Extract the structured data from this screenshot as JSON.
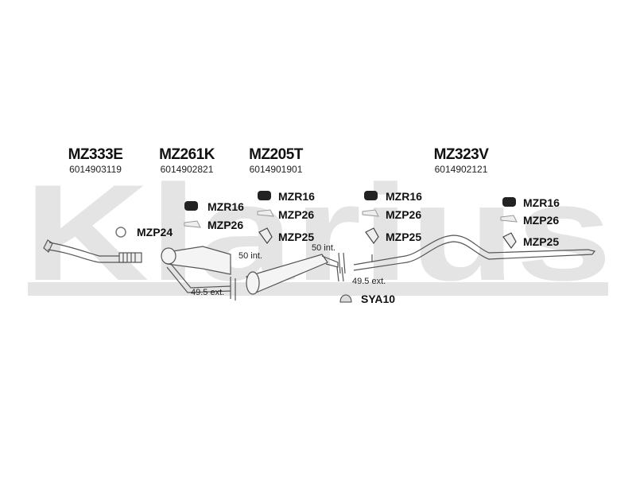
{
  "watermark": "Klarius",
  "parts": [
    {
      "part_no": "MZ333E",
      "code": "6014903119"
    },
    {
      "part_no": "MZ261K",
      "code": "6014902821"
    },
    {
      "part_no": "MZ205T",
      "code": "6014901901"
    },
    {
      "part_no": "MZ323V",
      "code": "6014902121"
    }
  ],
  "hardware": {
    "g1": {
      "clamp": "MZP24"
    },
    "g2": {
      "rubber": "MZR16",
      "bracket": "MZP26"
    },
    "g3": {
      "rubber": "MZR16",
      "bracket": "MZP26",
      "hanger": "MZP25"
    },
    "g4": {
      "rubber": "MZR16",
      "bracket": "MZP26",
      "hanger": "MZP25"
    },
    "g5": {
      "rubber": "MZR16",
      "bracket": "MZP26",
      "hanger": "MZP25"
    },
    "mount": "SYA10"
  },
  "dimensions": {
    "d1": "50 int.",
    "d2": "50 int.",
    "d3": "49.5 ext.",
    "d4": "49.5 ext."
  }
}
